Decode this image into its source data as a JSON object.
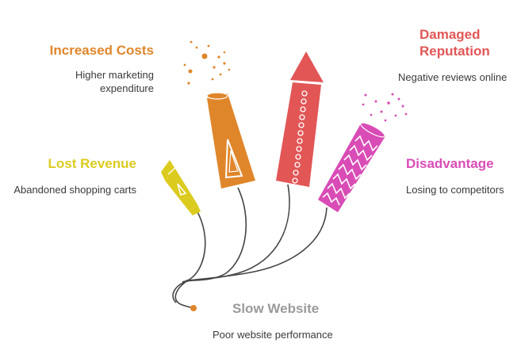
{
  "items": {
    "costs": {
      "title": "Increased Costs",
      "desc": "Higher marketing expenditure",
      "color": "#e0862a"
    },
    "reputation": {
      "title": "Damaged Reputation",
      "desc": "Negative reviews online",
      "color": "#e25656"
    },
    "revenue": {
      "title": "Lost Revenue",
      "desc": "Abandoned shopping carts",
      "color": "#dccb1f"
    },
    "disadvantage": {
      "title": "Disadvantage",
      "desc": "Losing to competitors",
      "color": "#d94cb6"
    },
    "root": {
      "title": "Slow Website",
      "desc": "Poor website performance",
      "color": "#9a9a9a"
    }
  },
  "colors": {
    "fuse": "#444444",
    "origin_dot": "#e0862a",
    "sparks_costs": "#e0862a",
    "sparks_disadvantage": "#d94cb6"
  }
}
